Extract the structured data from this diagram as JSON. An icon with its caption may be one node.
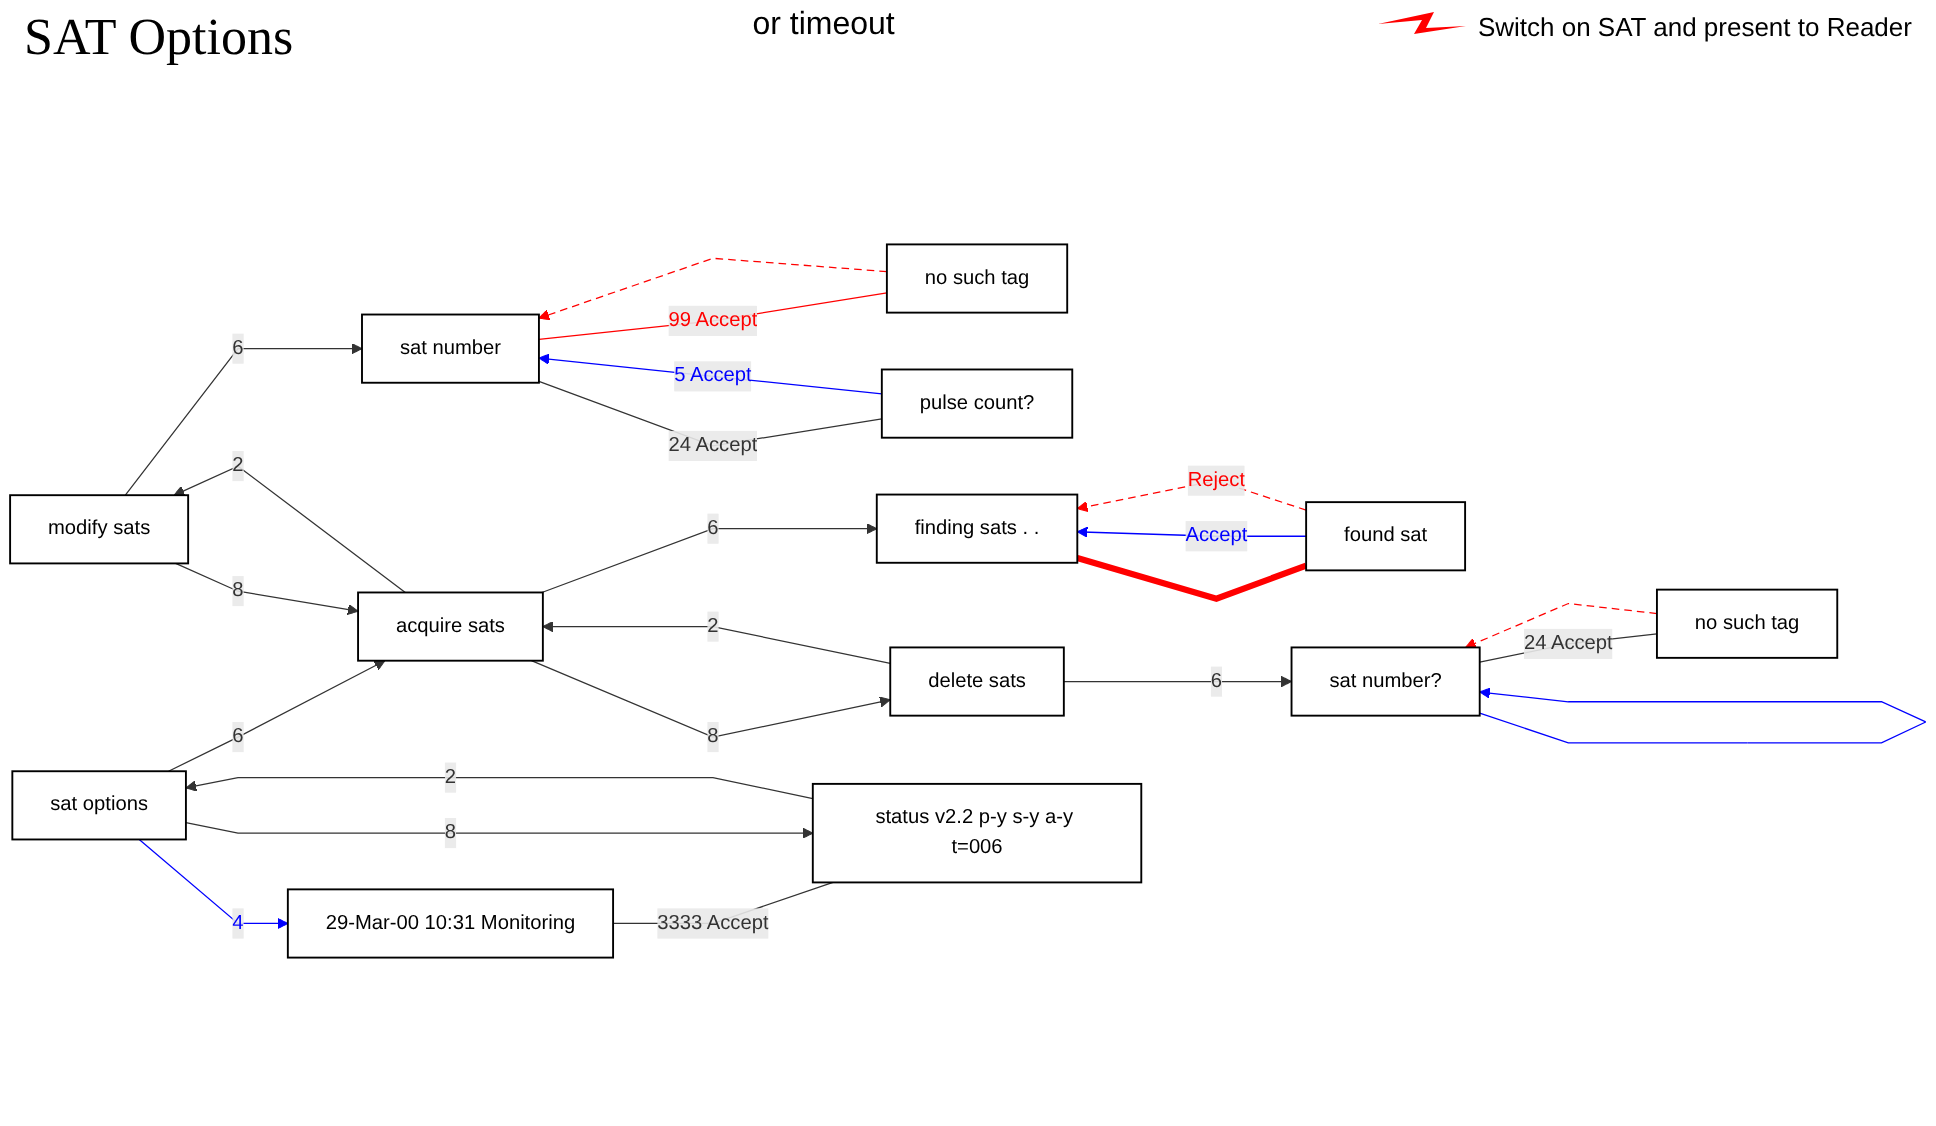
{
  "diagram": {
    "title": "SAT Options",
    "nodes": [
      {
        "text": [
          "modify sats"
        ]
      },
      {
        "text": [
          "sat number"
        ]
      },
      {
        "text": [
          "no such tag"
        ]
      },
      {
        "text": [
          "pulse count?"
        ]
      },
      {
        "text": [
          "sat options"
        ]
      },
      {
        "text": [
          "acquire sats"
        ]
      },
      {
        "text": [
          "finding sats . ."
        ]
      },
      {
        "text": [
          "found sat"
        ]
      },
      {
        "text": [
          "29-Mar-00 10:31 Monitoring"
        ]
      },
      {
        "text": [
          "status v2.2 p-y s-y a-y t=006"
        ]
      },
      {
        "text": [
          "delete sats"
        ]
      },
      {
        "text": [
          "sat number?"
        ]
      },
      {
        "text": [
          "no such tag"
        ]
      }
    ],
    "edges": [
      {
        "from": 4,
        "to": 8,
        "arrow": "to",
        "label": "4",
        "color": "#0000ff"
      },
      {
        "from": 8,
        "to": 9,
        "arrow": "none",
        "label": "3333 Accept"
      },
      {
        "from": 9,
        "to": 4,
        "arrow": "to",
        "label": "2"
      },
      {
        "from": 4,
        "to": 9,
        "arrow": "to",
        "label": "8"
      },
      {
        "from": 4,
        "to": 5,
        "arrow": "to",
        "label": "6"
      },
      {
        "from": 5,
        "to": 0,
        "arrow": "to",
        "label": "2"
      },
      {
        "from": 0,
        "to": 5,
        "arrow": "to",
        "label": "8"
      },
      {
        "from": 10,
        "to": 5,
        "arrow": "to",
        "label": "2"
      },
      {
        "from": 5,
        "to": 10,
        "arrow": "to",
        "label": "8"
      },
      {
        "from": 0,
        "to": 1,
        "arrow": "to",
        "label": "6"
      },
      {
        "from": 1,
        "to": 2,
        "arrow": "none",
        "label": "99 Accept",
        "color": "#ff0000"
      },
      {
        "from": 2,
        "to": 1,
        "arrow": "to",
        "style": "dashed",
        "color": "#ff0000"
      },
      {
        "from": 1,
        "to": 3,
        "arrow": "none",
        "label": "24 Accept"
      },
      {
        "from": 3,
        "to": 1,
        "arrow": "to",
        "label": "5 Accept",
        "color": "#0000ff"
      },
      {
        "from": 5,
        "to": 6,
        "arrow": "to",
        "label": "6"
      },
      {
        "from": 6,
        "to": 7,
        "arrow": "none",
        "style": "thick",
        "color": "#ff0000"
      },
      {
        "from": 7,
        "to": 6,
        "arrow": "to",
        "label": "Accept",
        "color": "#0000ff"
      },
      {
        "from": 7,
        "to": 6,
        "arrow": "to",
        "label": "Reject",
        "style": "dashed",
        "color": "#ff0000"
      },
      {
        "from": 10,
        "to": 11,
        "arrow": "to",
        "label": "6"
      },
      {
        "from": 11,
        "to": 12,
        "arrow": "none",
        "label": "24 Accept"
      },
      {
        "from": 11,
        "to": 11,
        "arrow": "to",
        "color": "#0000ff"
      },
      {
        "from": 12,
        "to": 11,
        "arrow": "to",
        "style": "dashed",
        "color": "#ff0000"
      }
    ],
    "labels": [
      "or timeout"
    ],
    "legend": [
      {
        "text": "Switch on SAT and present to Reader"
      }
    ]
  }
}
